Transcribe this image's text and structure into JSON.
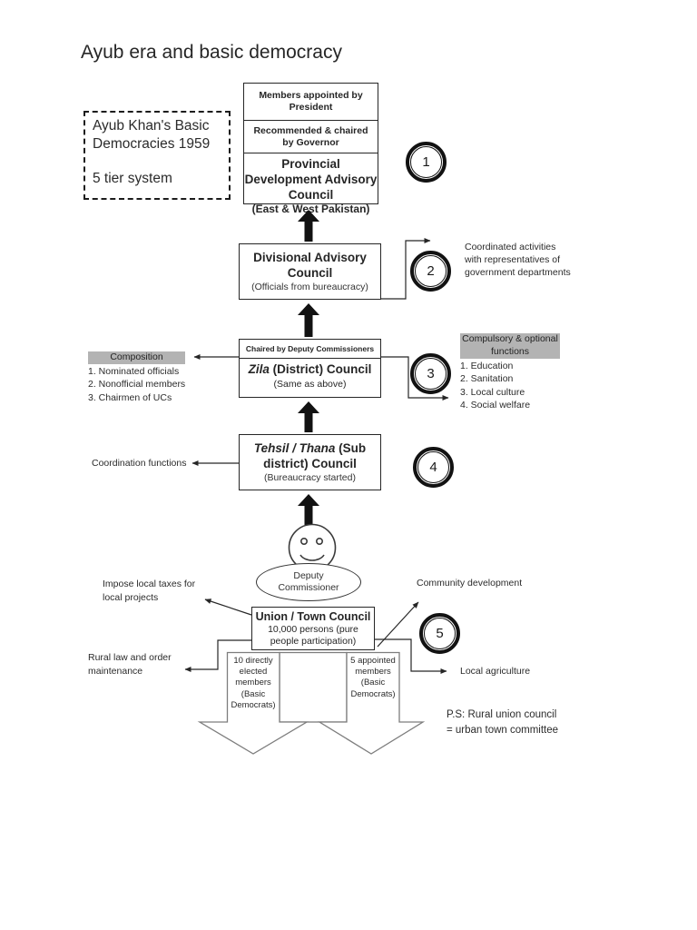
{
  "title": "Ayub era and basic democracy",
  "intro": {
    "line1": "Ayub Khan's Basic",
    "line2": "Democracies 1959",
    "line3": "5 tier system"
  },
  "tier1": {
    "badge": "1",
    "row1": "Members appointed by President",
    "row2": "Recommended & chaired by Governor",
    "name": "Provincial Development Advisory Council",
    "note": "(East & West Pakistan)"
  },
  "tier2": {
    "badge": "2",
    "name": "Divisional Advisory Council",
    "note": "(Officials from bureaucracy)",
    "annotation": "Coordinated activities with representatives of government departments"
  },
  "tier3": {
    "badge": "3",
    "header": "Chaired by Deputy Commissioners",
    "name_italic": "Zila",
    "name_rest": " (District) Council",
    "note": "(Same as above)",
    "composition_heading": "Composition",
    "composition_items": [
      "1. Nominated officials",
      "2. Nonofficial members",
      "3. Chairmen of UCs"
    ],
    "functions_heading": "Compulsory & optional functions",
    "functions_items": [
      "1. Education",
      "2. Sanitation",
      "3. Local culture",
      "4. Social welfare"
    ]
  },
  "tier4": {
    "badge": "4",
    "name_italic": "Tehsil / Thana",
    "name_rest": " (Sub district) Council",
    "note": "(Bureaucracy started)",
    "annotation": "Coordination functions"
  },
  "tier5": {
    "badge": "5",
    "figure_line1": "Deputy",
    "figure_line2": "Commissioner",
    "name": "Union / Town Council",
    "note": "10,000 persons (pure people participation)",
    "label_taxes": "Impose local taxes for local projects",
    "label_law": "Rural law and order maintenance",
    "label_community": "Community development",
    "label_agriculture": "Local agriculture",
    "cell_elected": "10 directly elected members (Basic Democrats)",
    "cell_appointed": "5 appointed members (Basic Democrats)",
    "ps_line1": "P.S: Rural union council",
    "ps_line2": "= urban town committee"
  }
}
